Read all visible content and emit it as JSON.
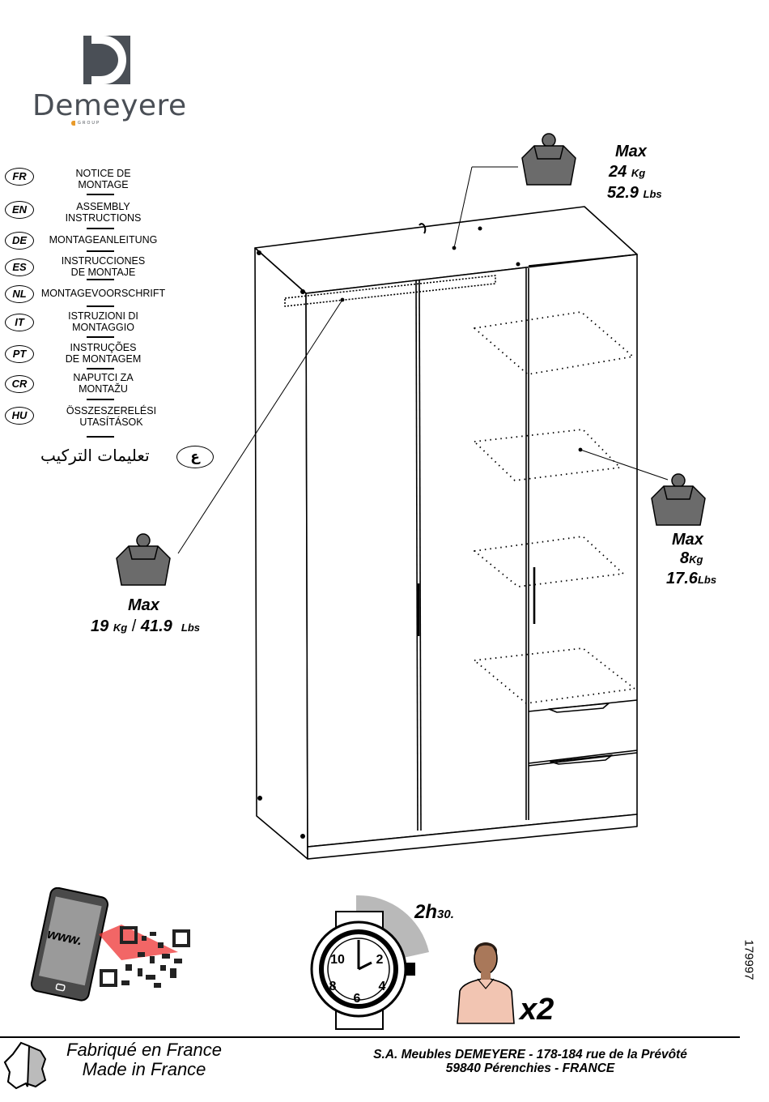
{
  "brand": {
    "name": "Demeyere",
    "tagline": "GROUP"
  },
  "languages": [
    {
      "code": "FR",
      "text": "NOTICE DE\nMONTAGE"
    },
    {
      "code": "EN",
      "text": "ASSEMBLY\nINSTRUCTIONS"
    },
    {
      "code": "DE",
      "text": "MONTAGEANLEITUNG"
    },
    {
      "code": "ES",
      "text": "INSTRUCCIONES\nDE MONTAJE"
    },
    {
      "code": "NL",
      "text": "MONTAGEVOORSCHRIFT"
    },
    {
      "code": "IT",
      "text": "ISTRUZIONI DI\nMONTAGGIO"
    },
    {
      "code": "PT",
      "text": "INSTRUÇÕES\nDE MONTAGEM"
    },
    {
      "code": "CR",
      "text": "NAPUTCI ZA\nMONTAŽU"
    },
    {
      "code": "HU",
      "text": "ÖSSZESZERELÉSI\nUTASÍTÁSOK"
    }
  ],
  "arabic": {
    "code": "ع",
    "text": "تعليمات التركيب"
  },
  "loads": {
    "top": {
      "label": "Max",
      "kg": "24",
      "kg_unit": "Kg",
      "lbs": "52.9",
      "lbs_unit": "Lbs"
    },
    "shelf": {
      "label": "Max",
      "kg": "8",
      "kg_unit": "Kg",
      "lbs": "17.6",
      "lbs_unit": "Lbs"
    },
    "rail": {
      "label": "Max",
      "kg": "19",
      "kg_unit": "Kg",
      "sep": "/",
      "lbs": "41.9",
      "lbs_unit": "Lbs"
    }
  },
  "phone": {
    "screen_text": "www."
  },
  "time": {
    "hours": "2h",
    "minutes": "30."
  },
  "people": {
    "count": "x2"
  },
  "reference": "179997",
  "footer": {
    "made_fr": "Fabriqué en France",
    "made_en": "Made in France",
    "address_line1": "S.A. Meubles DEMEYERE - 178-184 rue de la Prévôté",
    "address_line2": "59840 Pérenchies - FRANCE"
  }
}
